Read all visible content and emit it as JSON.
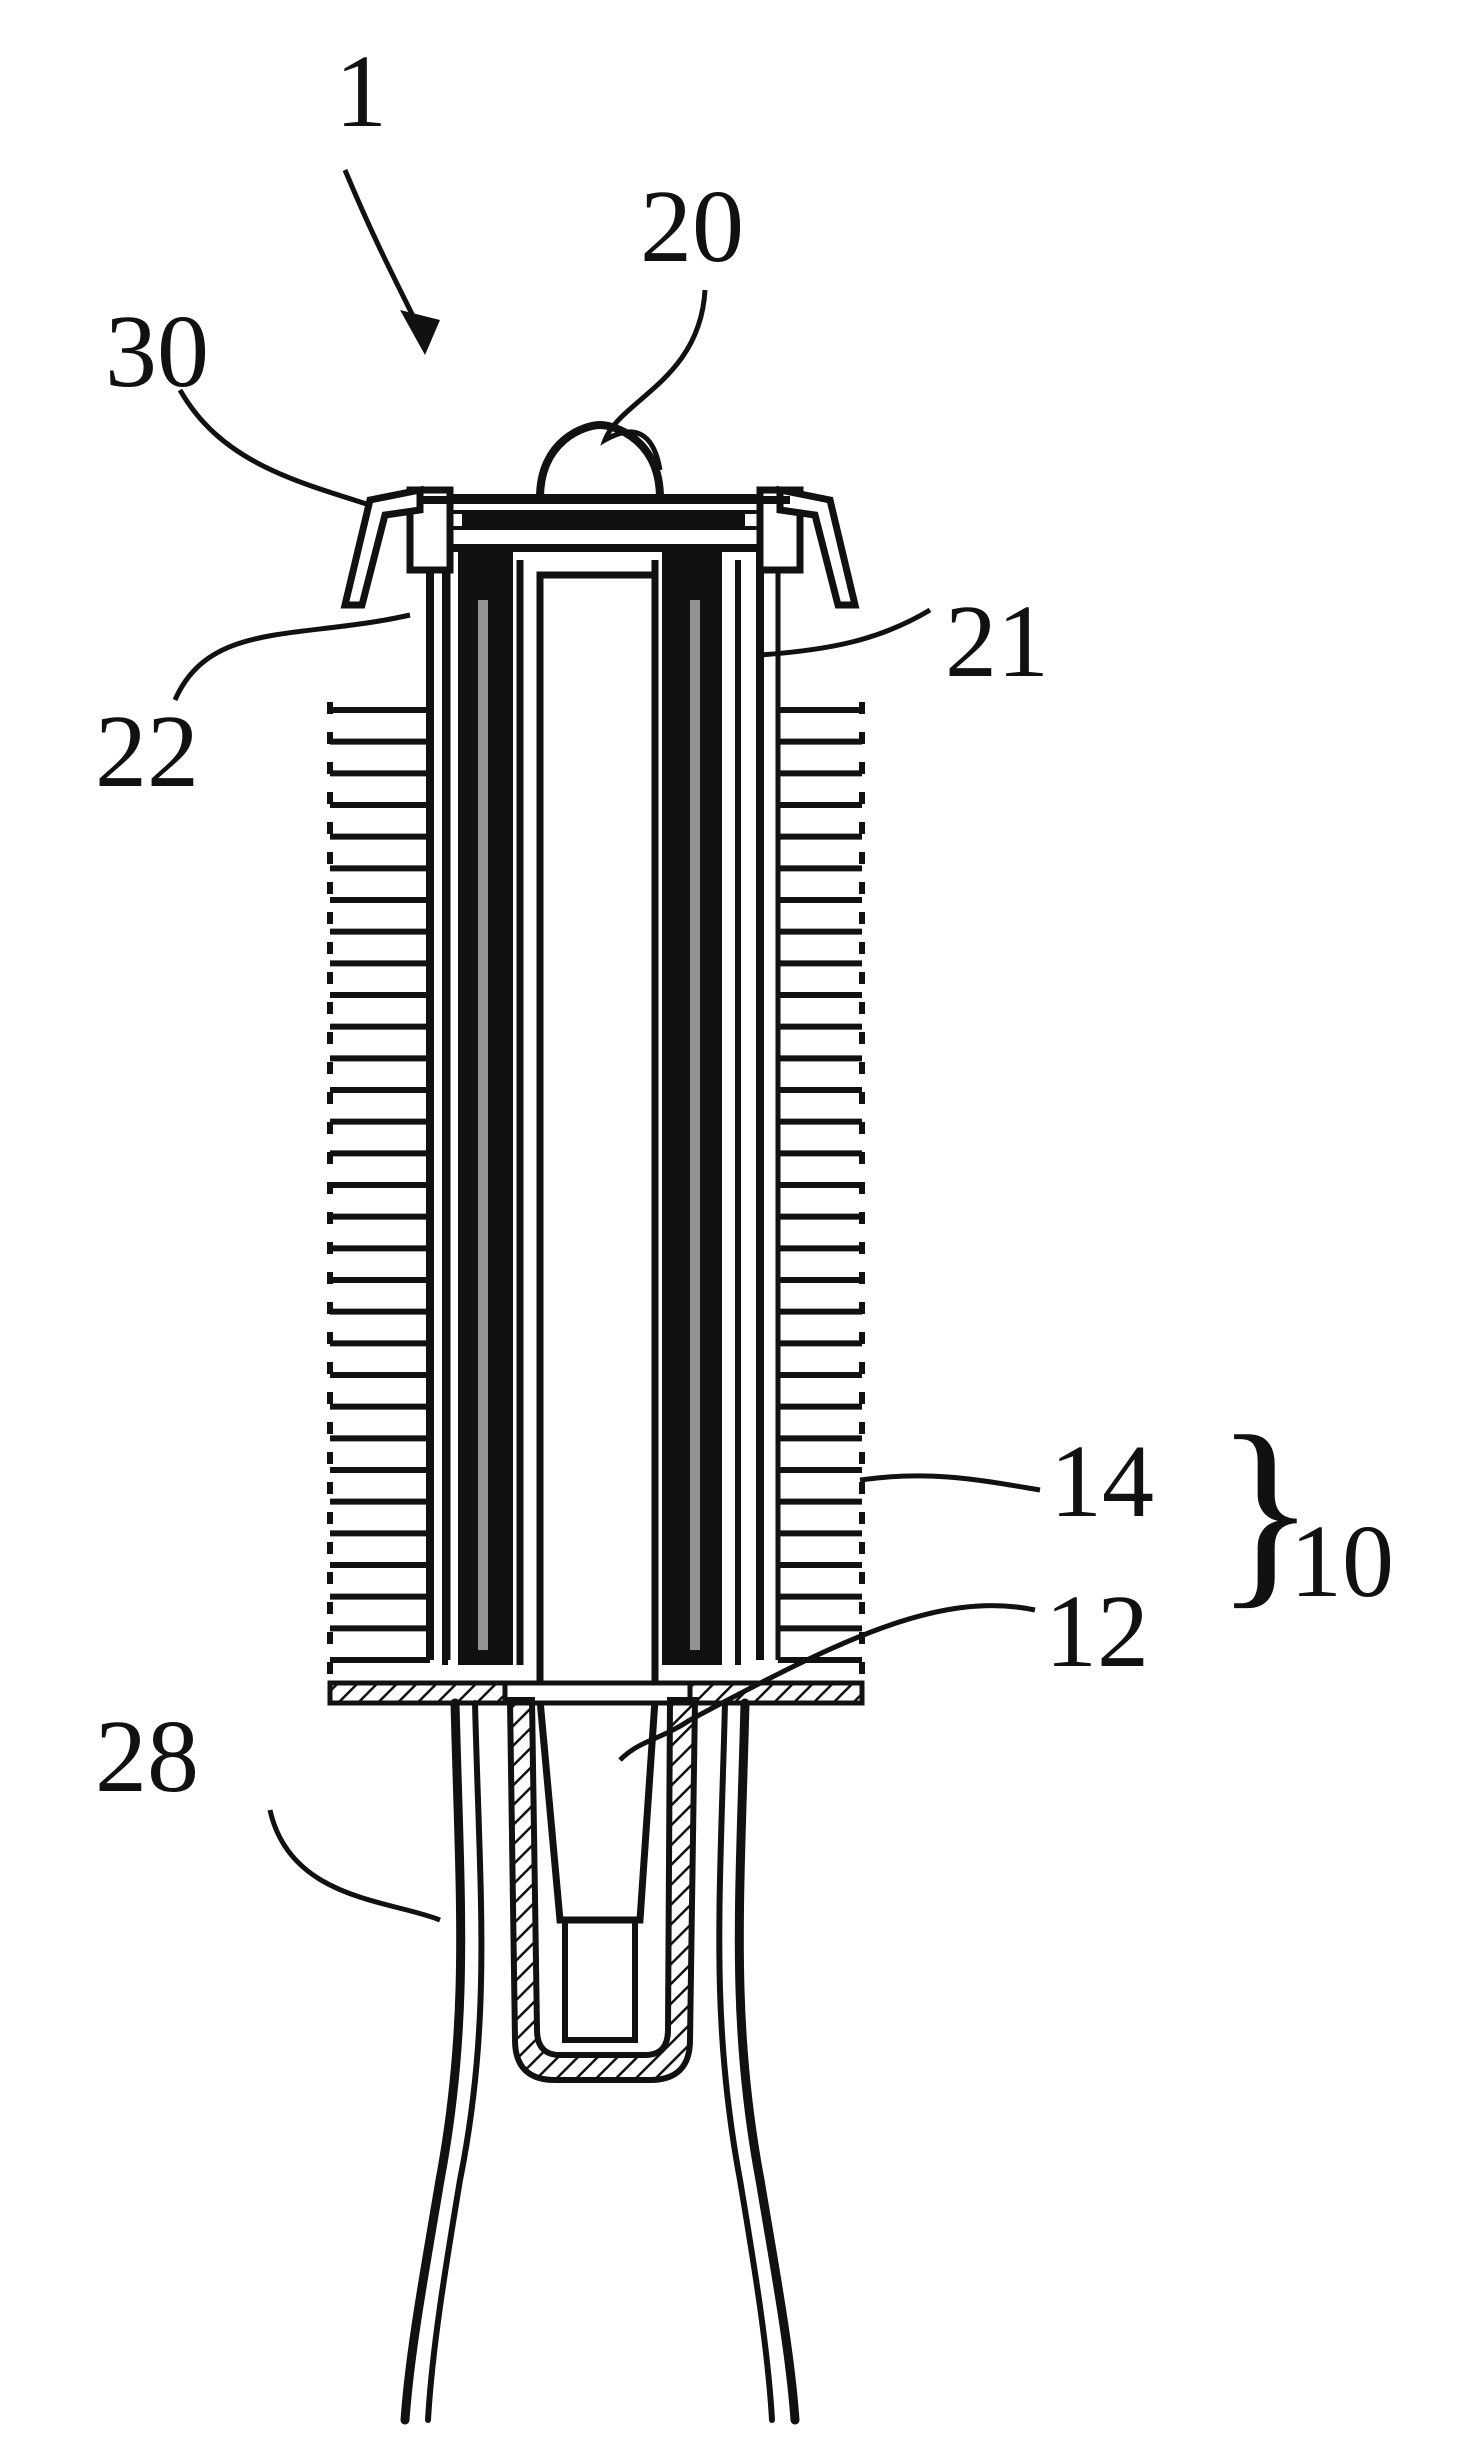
{
  "diagram": {
    "labels": {
      "device": "1",
      "light_source": "20",
      "cover": "30",
      "inner_wall": "21",
      "spacer": "22",
      "heater_outer": "14",
      "heater_inner": "12",
      "heater_assembly": "10",
      "receptacle": "28"
    },
    "colors": {
      "ink": "#111111",
      "paper": "#ffffff"
    },
    "fin_count": 31
  }
}
